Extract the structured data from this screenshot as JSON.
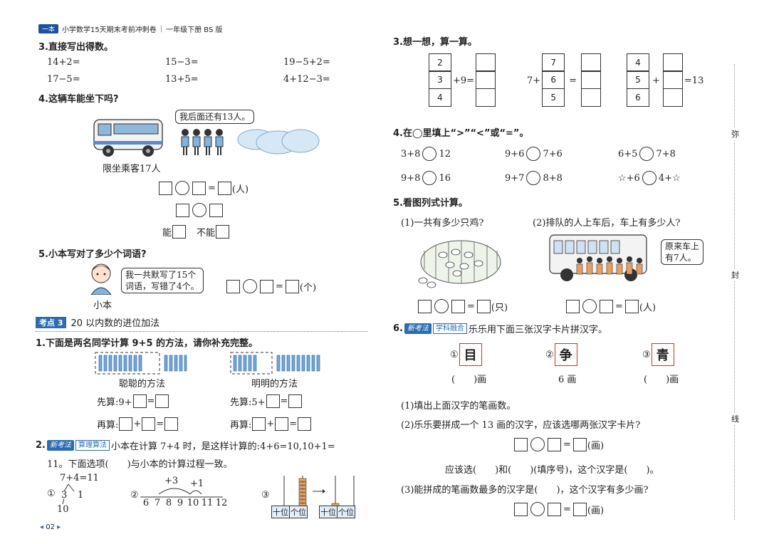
{
  "header": {
    "logo": "一本",
    "title": "小学数学15天期末考前冲刺卷",
    "grade": "一年级下册 BS 版"
  },
  "footer": {
    "page": "02"
  },
  "q3": {
    "title": "3.直接写出得数。",
    "items": [
      "14+2=",
      "15−3=",
      "19−5+2=",
      "17−5=",
      "13+5=",
      "4+12−3="
    ]
  },
  "q4": {
    "title": "4.这辆车能坐下吗?",
    "bubble": "我后面还有13人。",
    "caption": "限坐乘客17人",
    "unit": "(人)",
    "can": "能",
    "cannot": "不能"
  },
  "q5": {
    "title": "5.小本写对了多少个词语?",
    "bubble_line1": "我一共默写了15个",
    "bubble_line2": "词语，写错了4个。",
    "name": "小本",
    "unit": "(个)"
  },
  "section": {
    "tag": "考点 3",
    "title": "20 以内数的进位加法"
  },
  "s1": {
    "title": "1.下面是两名同学计算 9+5 的方法，请你补充完整。",
    "left_caption": "聪聪的方法",
    "right_caption": "明明的方法",
    "first_left": "先算:9+",
    "first_right": "先算:5+",
    "then": "再算:"
  },
  "s2": {
    "tag1": "新考法",
    "tag2": "算理算法",
    "text": "小本在计算 7+4 时，是这样计算的:4+6=10,10+1=",
    "text2": "11。下面选项(　　)与小本的计算过程一致。",
    "o1_label": "①",
    "o1_expr": "7+4=11",
    "o1_a": "3",
    "o1_b": "1",
    "o1_c": "10",
    "o2_label": "②",
    "o2_plus3": "+3",
    "o2_plus1": "+1",
    "o2_ticks": [
      "6",
      "7",
      "8",
      "9",
      "10",
      "11",
      "12"
    ],
    "o3_label": "③",
    "o3_cols": [
      "十位",
      "个位",
      "十位",
      "个位"
    ]
  },
  "r3": {
    "title": "3.想一想，算一算。",
    "g1": [
      "2",
      "3",
      "4"
    ],
    "g1_op": "+9=",
    "g2_pre": "7+",
    "g2": [
      "7",
      "6",
      "5"
    ],
    "g2_eq": "=",
    "g3": [
      "4",
      "5",
      "6"
    ],
    "g3_op": "+",
    "g3_eq": "=13"
  },
  "r4": {
    "title": "4.在◯里填上“>”“<”或“=”。",
    "items": [
      [
        "3+8",
        "12"
      ],
      [
        "9+6",
        "7+6"
      ],
      [
        "6+5",
        "7+8"
      ],
      [
        "9+8",
        "16"
      ],
      [
        "9+7",
        "8+8"
      ],
      [
        "☆+6",
        "4+☆"
      ]
    ]
  },
  "r5": {
    "title": "5.看图列式计算。",
    "sub1": "(1)一共有多少只鸡?",
    "sub2": "(2)排队的人上车后，车上有多少人?",
    "bubble": "原来车上\n有7人。",
    "bubble_l1": "原来车上",
    "bubble_l2": "有7人。",
    "unit1": "(只)",
    "unit2": "(人)"
  },
  "r6": {
    "tag1": "新考法",
    "tag2": "学科融合",
    "title": "乐乐用下面三张汉字卡片拼汉字。",
    "cards": [
      {
        "n": "①",
        "c": "目",
        "cap": "(　　)画"
      },
      {
        "n": "②",
        "c": "争",
        "cap": "6 画"
      },
      {
        "n": "③",
        "c": "青",
        "cap": "(　　)画"
      }
    ],
    "p1": "(1)填出上面汉字的笔画数。",
    "p2": "(2)乐乐要拼成一个 13 画的汉字，应该选哪两张汉字卡片?",
    "unit": "(画)",
    "choose": "应该选(　　)和(　　)(填序号)，这个汉字是(　　)。",
    "p3": "(3)能拼成的笔画数最多的汉字是(　　)，这个汉字有多少画?"
  },
  "margin": {
    "a": "弥",
    "b": "封",
    "c": "线"
  }
}
